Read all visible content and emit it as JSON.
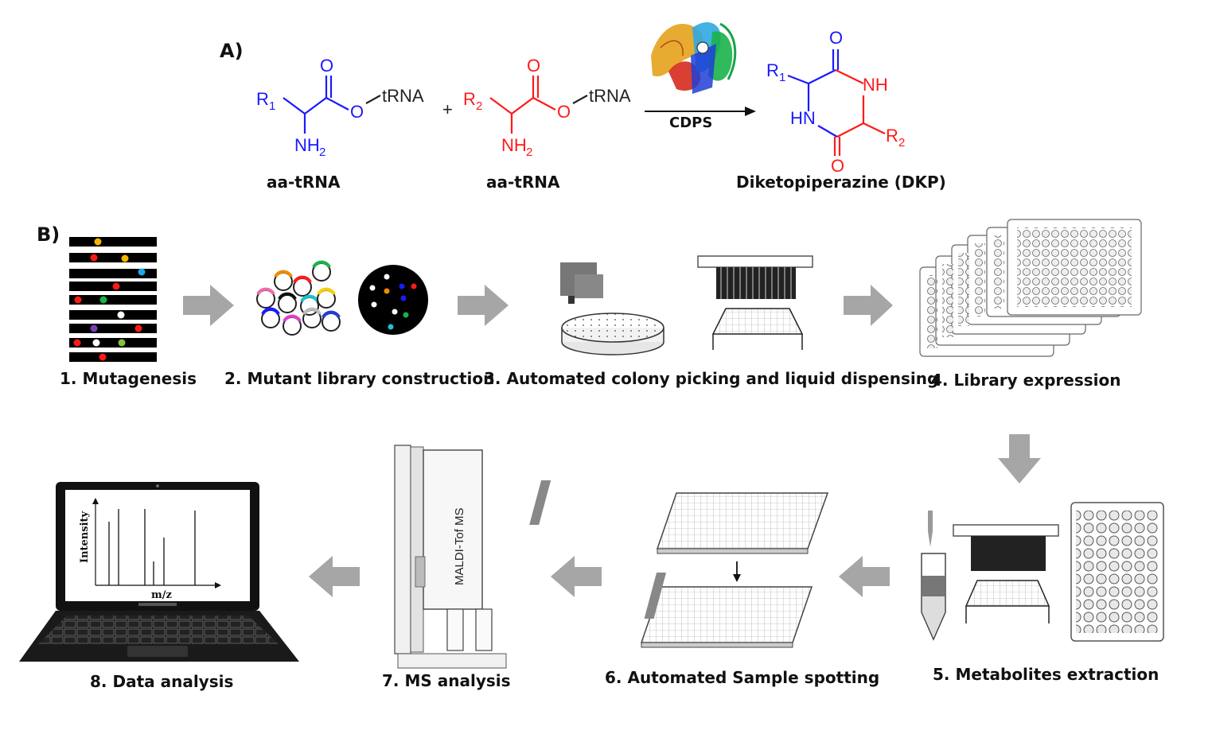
{
  "panel_a": {
    "label": "A)",
    "reactant1_label": "aa-tRNA",
    "reactant2_label": "aa-tRNA",
    "plus": "+",
    "enzyme": "CDPS",
    "product_label": "Diketopiperazine (DKP)",
    "atoms": {
      "r": "R",
      "sub1": "1",
      "sub2": "2",
      "o": "O",
      "nh": "NH",
      "hn": "HN",
      "nh2": "NH",
      "nh2_sub": "2",
      "trna": "tRNA"
    },
    "colors": {
      "blue": "#1a1aff",
      "red": "#ff1a1a"
    }
  },
  "panel_b": {
    "label": "B)",
    "steps": [
      "1. Mutagenesis",
      "2. Mutant library construction",
      "3. Automated colony picking and liquid dispensing",
      "4. Library expression",
      "5. Metabolites extraction",
      "6. Automated Sample spotting",
      "7. MS analysis",
      "8. Data analysis"
    ],
    "instrument_text": "MALDI-Tof MS",
    "plot_ylabel": "Intensity",
    "plot_xlabel": "m/z",
    "arrow_color": "#a6a6a6"
  }
}
